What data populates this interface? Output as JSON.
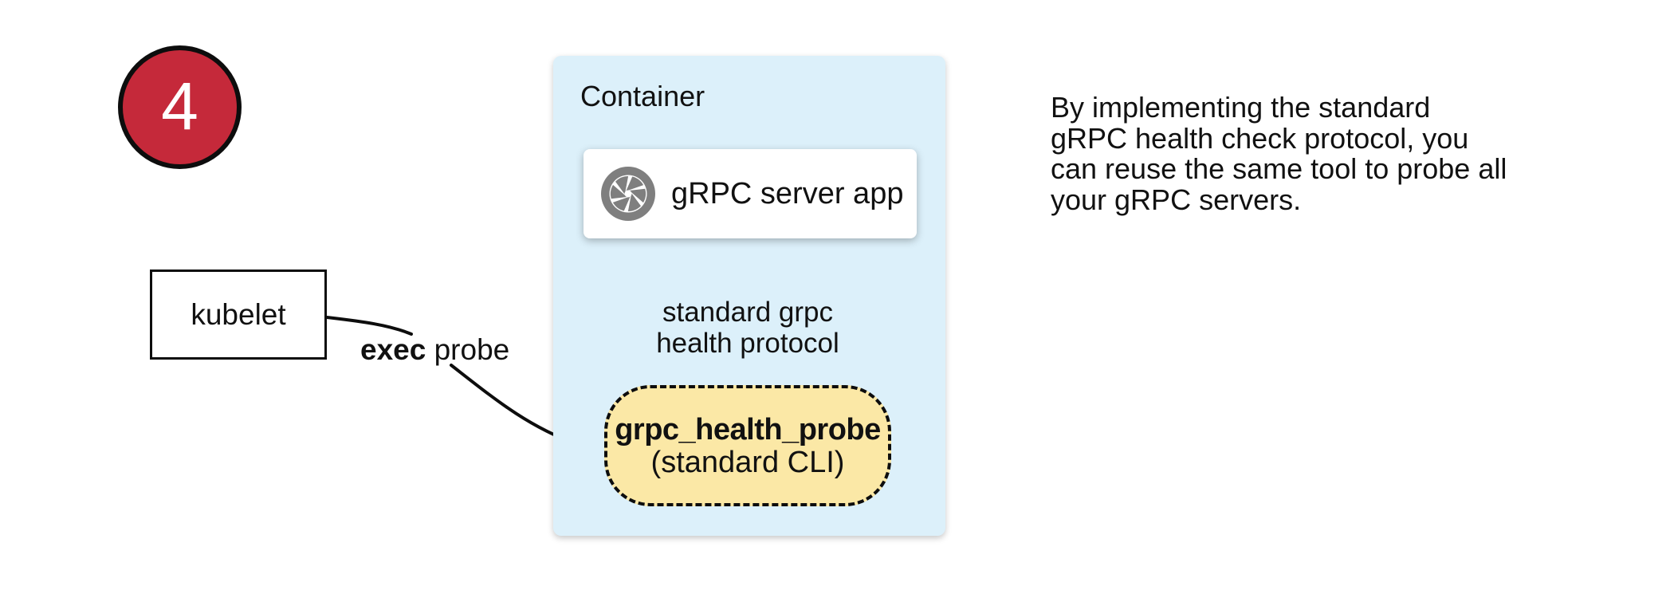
{
  "diagram": {
    "step_badge": {
      "number": "4",
      "fill_color": "#c5293a",
      "border_color": "#0d0d0d"
    },
    "kubelet_box": {
      "label": "kubelet"
    },
    "exec_probe_label": {
      "bold_part": "exec",
      "regular_part": " probe"
    },
    "container": {
      "title": "Container",
      "fill_color": "#dcf0fa",
      "server_box": {
        "label": "gRPC server app",
        "icon": "aperture-icon",
        "icon_color": "#7f7f7f"
      },
      "probe_pill": {
        "title": "grpc_health_probe",
        "subtitle": "(standard CLI)",
        "fill_color": "#fbe8a6",
        "border_style": "dashed"
      },
      "protocol_arrow_label": "standard grpc\nhealth protocol"
    },
    "note": "By implementing the standard\ngRPC health check protocol, you\ncan reuse the same tool to probe all\nyour gRPC servers.",
    "line_color": "#0d0d0d"
  }
}
